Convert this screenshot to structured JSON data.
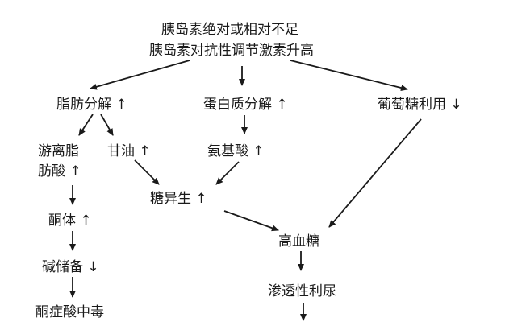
{
  "diagram": {
    "nodes": {
      "top_line1": "胰岛素绝对或相对不足",
      "top_line2": "胰岛素对抗性调节激素升高",
      "fat": "脂肪分解 ↑",
      "protein": "蛋白质分解 ↑",
      "glucose_use": "葡萄糖利用 ↓",
      "ffa_line1": "游离脂",
      "ffa_line2": "肪酸 ↑",
      "glycerol": "甘油 ↑",
      "amino": "氨基酸 ↑",
      "gluconeo": "糖异生 ↑",
      "ketone": "酮体 ↑",
      "hyperglycemia": "高血糖",
      "alkali": "碱储备 ↓",
      "osmotic": "渗透性利尿",
      "ketoacidosis": "酮症酸中毒"
    }
  }
}
